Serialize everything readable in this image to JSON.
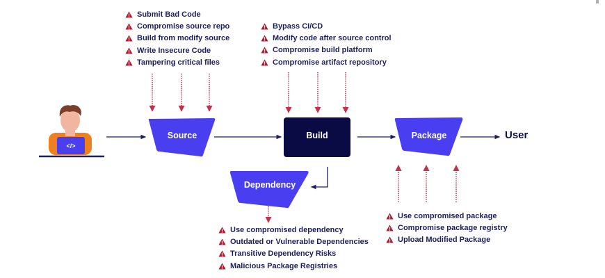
{
  "colors": {
    "stage_fill": "#4a3ff0",
    "build_fill": "#0a0b45",
    "threat_text": "#1c1f5e",
    "warning_icon": "#b0172f",
    "attack_arrow": "#c0334d",
    "flow_arrow": "#1c1f5e",
    "person_skin": "#f2b59f",
    "person_hair": "#7a3e28",
    "person_shirt": "#f07f1e",
    "laptop": "#4a3ff0"
  },
  "actor": {
    "name": "developer",
    "laptop_glyph": "</>"
  },
  "stages": {
    "source": {
      "label": "Source"
    },
    "build": {
      "label": "Build"
    },
    "package": {
      "label": "Package"
    },
    "dependency": {
      "label": "Dependency"
    }
  },
  "destination": {
    "label": "User"
  },
  "threats": {
    "source": [
      "Submit Bad Code",
      "Compromise source repo",
      "Build from modify source",
      "Write Insecure Code",
      "Tampering critical files"
    ],
    "build": [
      "Bypass CI/CD",
      "Modify code after source control",
      "Compromise build platform",
      "Compromise artifact repository"
    ],
    "dependency": [
      "Use compromised dependency",
      "Outdated or Vulnerable Dependencies",
      "Transitive Dependency Risks",
      "Malicious Package Registries"
    ],
    "package": [
      "Use compromised package",
      "Compromise package registry",
      "Upload Modified Package"
    ]
  }
}
